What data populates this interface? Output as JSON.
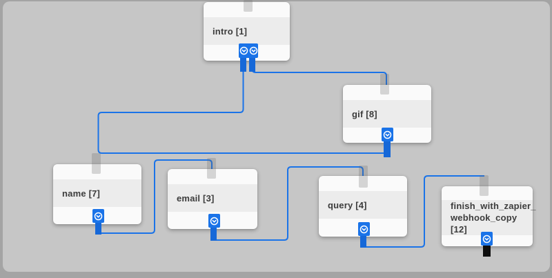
{
  "app": {
    "type": "chatbot-flow-builder-canvas",
    "accent_color": "#1a73e8",
    "canvas_color": "#c6c6c6",
    "frame_color": "#a4a4a4"
  },
  "nodes": [
    {
      "title": "intro [1]",
      "display_lines": [
        "intro [1]"
      ],
      "outputs": 2,
      "output_icon": "chevron-down-circle"
    },
    {
      "title": "gif [8]",
      "display_lines": [
        "gif [8]"
      ],
      "outputs": 1,
      "output_icon": "chevron-down-circle"
    },
    {
      "title": "name [7]",
      "display_lines": [
        "name [7]"
      ],
      "outputs": 1,
      "output_icon": "chevron-down-circle"
    },
    {
      "title": "email [3]",
      "display_lines": [
        "email [3]"
      ],
      "outputs": 1,
      "output_icon": "chevron-down-circle"
    },
    {
      "title": "query [4]",
      "display_lines": [
        "query [4]"
      ],
      "outputs": 1,
      "output_icon": "chevron-down-circle"
    },
    {
      "title": "finish_with_zapier_webhook_copy [12]",
      "display_lines": [
        "finish_with_zapier_",
        "webhook_copy [12]"
      ],
      "outputs": 1,
      "output_icon": "chevron-down-circle"
    }
  ],
  "connections": [
    {
      "from": "intro [1] output 1",
      "to": "gif [8] bottom connector"
    },
    {
      "from": "intro [1] output 2",
      "to": "gif [8] top"
    },
    {
      "from": "name [7] output",
      "to": "email [3] top"
    },
    {
      "from": "email [3] output",
      "to": "query [4] top"
    },
    {
      "from": "query [4] output",
      "to": "finish_with_zapier_webhook_copy [12] top"
    }
  ]
}
